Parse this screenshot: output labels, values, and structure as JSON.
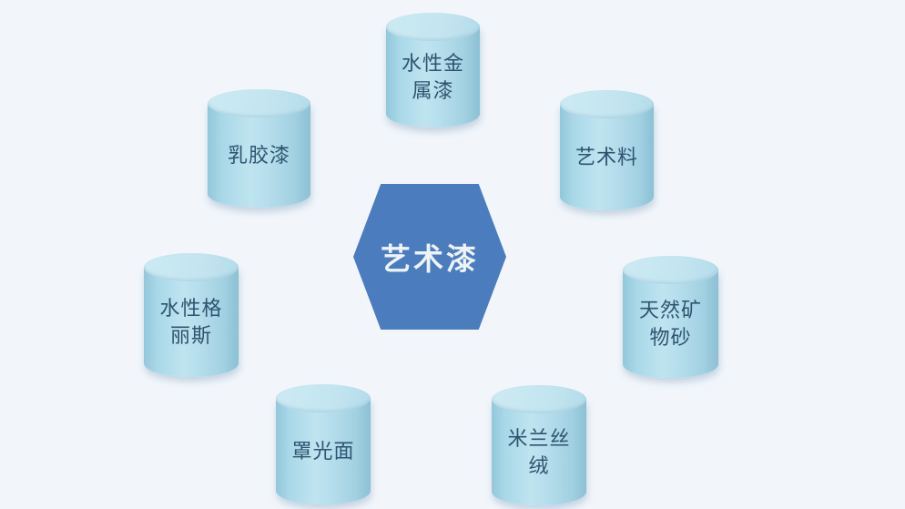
{
  "page": {
    "background_color": "#f2f6fb"
  },
  "diagram": {
    "center": {
      "shape": "hexagon",
      "label": "艺术漆",
      "fill_color": "#4b7dbe",
      "text_color": "#eef3f9"
    },
    "node_shape": "cylinder",
    "node_fill_color": "#a9d8e8",
    "node_top_color": "#c3e5f0",
    "node_text_color": "#2e5470",
    "nodes": [
      {
        "label": "水性金属漆",
        "lines": [
          "水性金",
          "属漆"
        ],
        "position": "top"
      },
      {
        "label": "乳胶漆",
        "lines": [
          "乳胶漆"
        ],
        "position": "upper-left"
      },
      {
        "label": "艺术料",
        "lines": [
          "艺术料"
        ],
        "position": "upper-right"
      },
      {
        "label": "水性格丽斯",
        "lines": [
          "水性格",
          "丽斯"
        ],
        "position": "middle-left"
      },
      {
        "label": "天然矿物砂",
        "lines": [
          "天然矿",
          "物砂"
        ],
        "position": "middle-right"
      },
      {
        "label": "罩光面",
        "lines": [
          "罩光面"
        ],
        "position": "bottom-left"
      },
      {
        "label": "米兰丝绒",
        "lines": [
          "米兰丝",
          "绒"
        ],
        "position": "bottom-right"
      }
    ]
  }
}
